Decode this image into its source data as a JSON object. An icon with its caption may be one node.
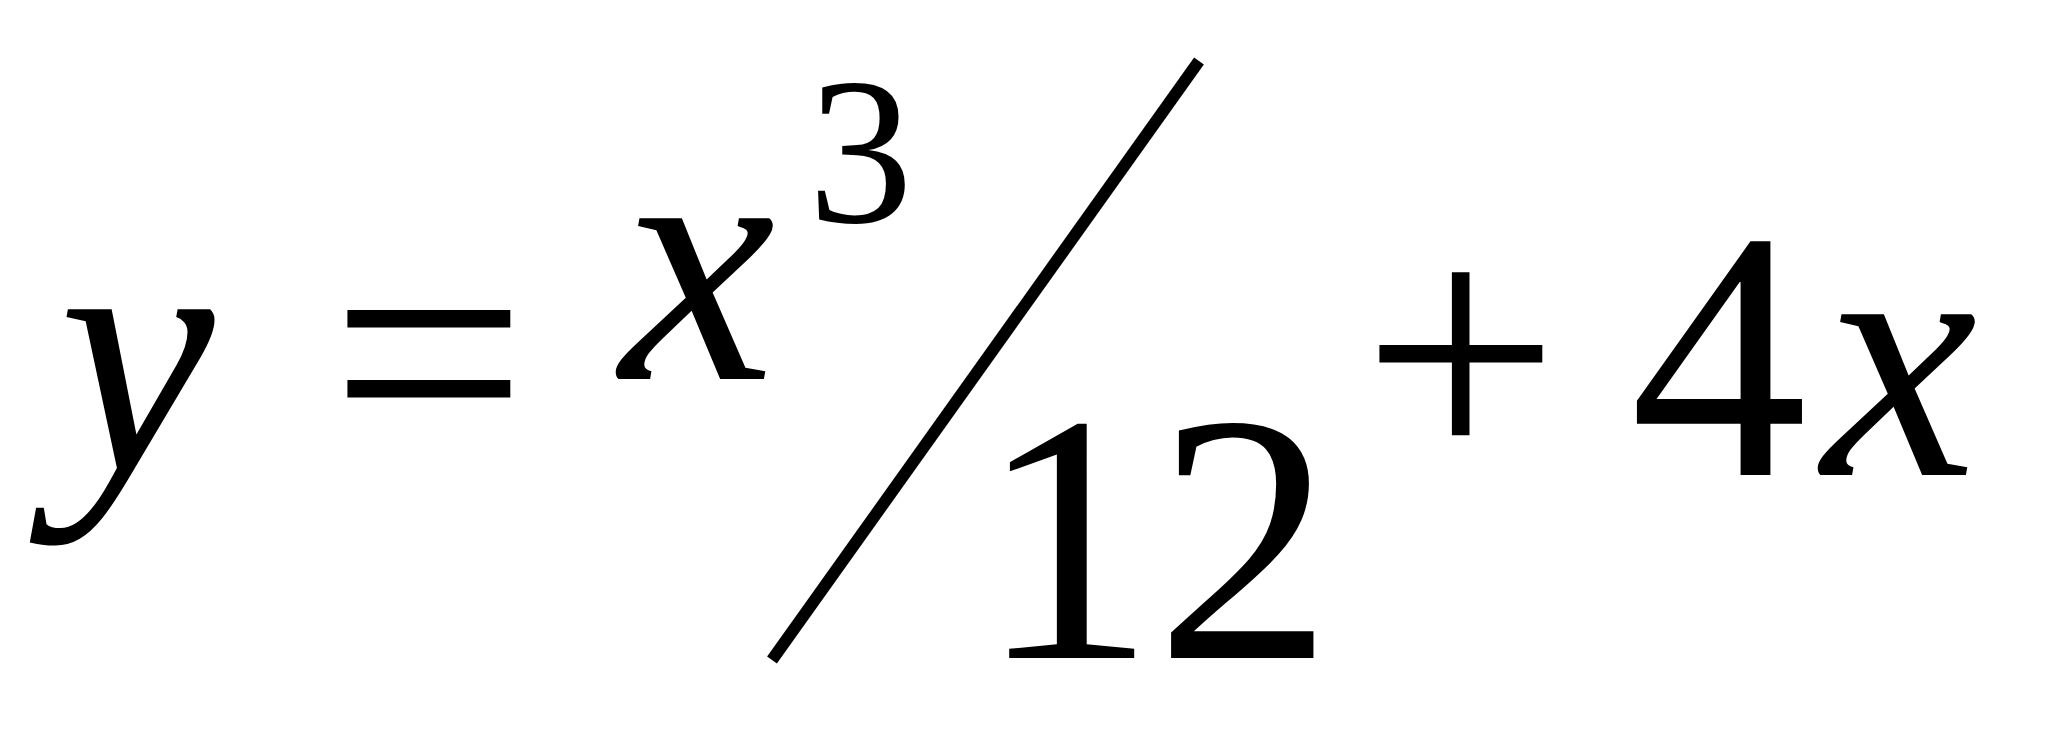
{
  "diagram": {
    "labels": [
      "y",
      "=",
      "x",
      "3",
      "12",
      "+",
      "4",
      "x"
    ]
  }
}
